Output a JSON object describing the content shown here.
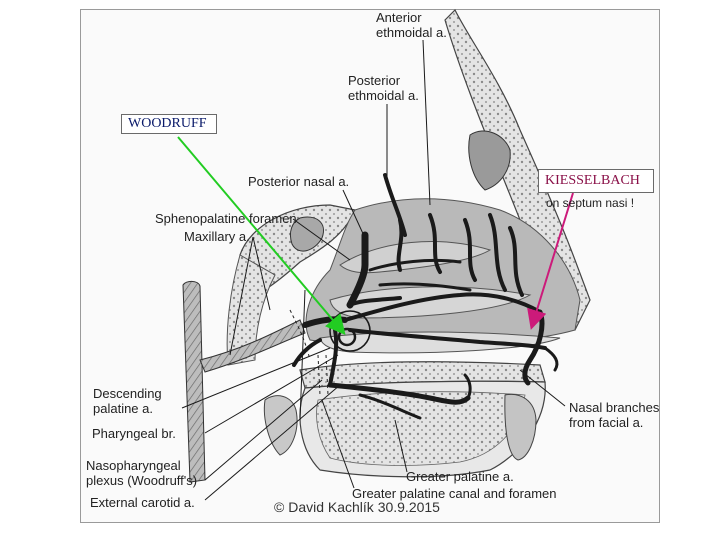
{
  "labels": {
    "anterior_ethmoidal": "Anterior\nethmoidal a.",
    "posterior_ethmoidal": "Posterior\nethmoidal a.",
    "posterior_nasal": "Posterior nasal a.",
    "sphenopalatine_foramen": "Sphenopalatine foramen",
    "maxillary": "Maxillary a.",
    "descending_palatine": "Descending\npalatine a.",
    "pharyngeal_br": "Pharyngeal br.",
    "nasopharyngeal_plexus": "Nasopharyngeal\nplexus (Woodruff's)",
    "external_carotid": "External carotid a.",
    "greater_palatine": "Greater palatine a.",
    "greater_palatine_canal": "Greater palatine canal and foramen",
    "nasal_branches": "Nasal branches\nfrom facial a."
  },
  "callouts": {
    "woodruff": "WOODRUFF",
    "kiesselbach": "KIESSELBACH",
    "septum_note": "on septum nasi !"
  },
  "copyright": "© David Kachlík 30.9.2015",
  "colors": {
    "woodruff_arrow": "#22cc22",
    "kiesselbach_arrow": "#cc1a7a",
    "vessel": "#1a1a1a",
    "bone": "#d8d8d8"
  }
}
